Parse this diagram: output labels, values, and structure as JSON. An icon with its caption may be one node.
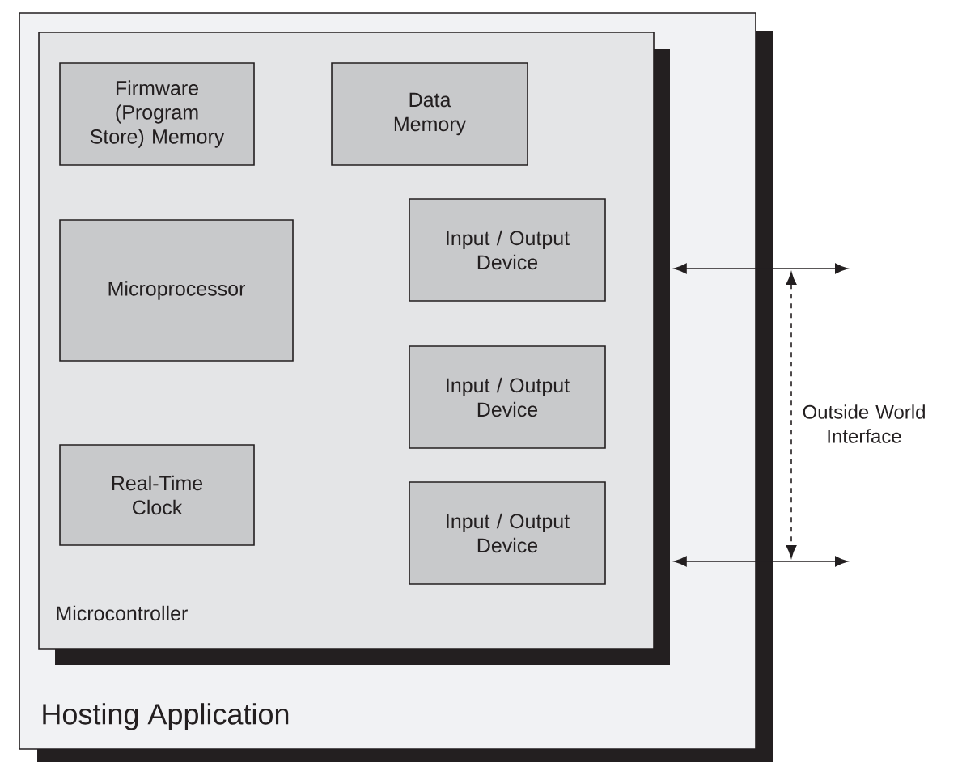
{
  "diagram": {
    "nodes": [
      {
        "text": [
          "Hosting Application"
        ]
      },
      {
        "text": [
          "Microcontroller"
        ],
        "in": 0
      },
      {
        "text": [
          "Firmware (Program Store) Memory"
        ],
        "in": 1
      },
      {
        "text": [
          "Data Memory"
        ],
        "in": 1
      },
      {
        "text": [
          "Microprocessor"
        ],
        "in": 1
      },
      {
        "text": [
          "Input / Output Device"
        ],
        "in": 1
      },
      {
        "text": [
          "Input / Output Device"
        ],
        "in": 1
      },
      {
        "text": [
          "Real-Time Clock"
        ],
        "in": 1
      },
      {
        "text": [
          "Input / Output Device"
        ],
        "in": 1
      }
    ],
    "edges": [
      {
        "from": 1,
        "to": null,
        "arrow": "both"
      },
      {
        "from": 1,
        "to": null,
        "arrow": "both"
      }
    ],
    "labels": [
      "Outside World Interface"
    ]
  }
}
